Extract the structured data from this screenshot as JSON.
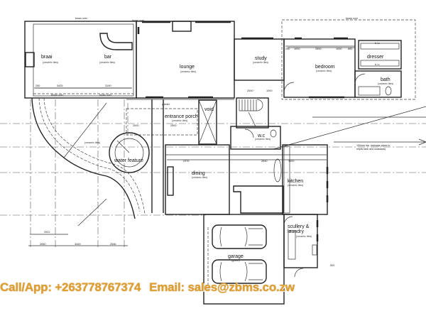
{
  "rooms": [
    {
      "name": "braai",
      "finish": "(ceramic tiles)"
    },
    {
      "name": "bar",
      "finish": "(ceramic tiles)"
    },
    {
      "name": "lounge",
      "finish": "(ceramic tiles)"
    },
    {
      "name": "study",
      "finish": "(ceramic tiles)"
    },
    {
      "name": "bedroom",
      "finish": "(ceramic tiles)"
    },
    {
      "name": "dresser",
      "finish": ""
    },
    {
      "name": "bath",
      "finish": "(ceramic tiles)"
    },
    {
      "name": "entrance porch",
      "finish": "(ceramic tiles)"
    },
    {
      "name": "void",
      "finish": ""
    },
    {
      "name": "w.c",
      "finish": "(ceramic tiles)"
    },
    {
      "name": "dining",
      "finish": "(ceramic tiles)"
    },
    {
      "name": "kitchen",
      "finish": "(ceramic tiles)"
    },
    {
      "name": "scullery &",
      "finish": "(ceramic tiles)"
    },
    {
      "name": "garage",
      "finish": "(grano)"
    },
    {
      "name": "water feature",
      "finish": ""
    },
    {
      "name": "",
      "finish": "(ceramic tiles)"
    }
  ],
  "scullery_line2": "laundry",
  "notes": {
    "beam_over": "beam over",
    "planter": "planter",
    "bic": "b.i.c",
    "drainage_1": "100mm dia. drainage pipes to",
    "drainage_2": "septic tank and soakaway"
  },
  "dimensions": [
    "3425",
    "3190",
    "250",
    "1500",
    "2000",
    "1000",
    "250",
    "1000",
    "2500",
    "1000",
    "650",
    "2500",
    "3600",
    "2376",
    "2540",
    "3000",
    "2922",
    "2050",
    "3449",
    "2546",
    "3000",
    "1000",
    "650",
    "500"
  ],
  "contact": {
    "phone": "Call/App: +263778767374",
    "email": "Email: sales@zbms.co.zw"
  },
  "colors": {
    "contact_text": "#e0a030",
    "lines": "#222222"
  }
}
